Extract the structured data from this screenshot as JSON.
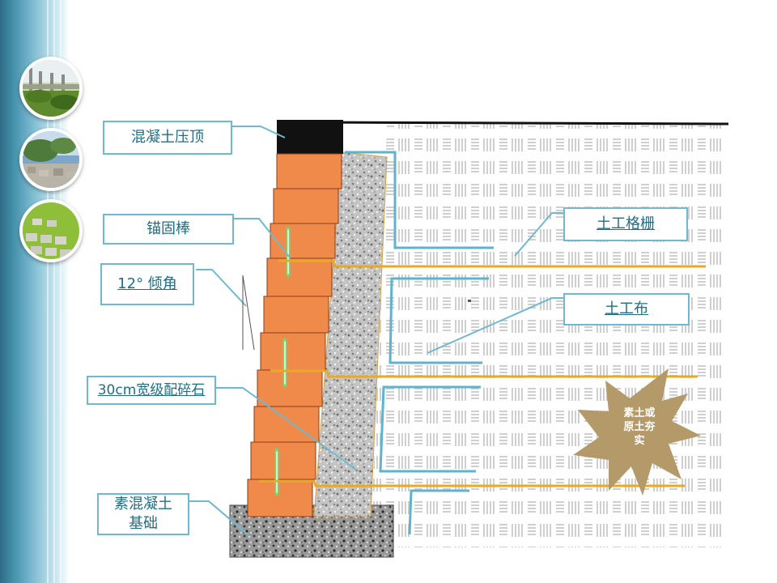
{
  "labels": {
    "concrete_coping": "混凝土压顶",
    "anchor_rod": "锚固棒",
    "tilt_angle": "12° 倾角",
    "gravel_30cm": "30cm宽级配碎石",
    "concrete_foundation": "素混凝土\n基础",
    "geogrid": "土工格栅",
    "geotextile": "土工布",
    "compacted_soil": "素土或\n原土夯\n实"
  },
  "colors": {
    "sidebar": "#3f8ba6",
    "label_border": "#6eb9cf",
    "label_text": "#1e6f86",
    "brick": "#f08a4b",
    "geogrid_line": "#e8a92a",
    "geotextile_line": "#5fb3cc",
    "star": "#b39a68",
    "coping": "#111111"
  }
}
